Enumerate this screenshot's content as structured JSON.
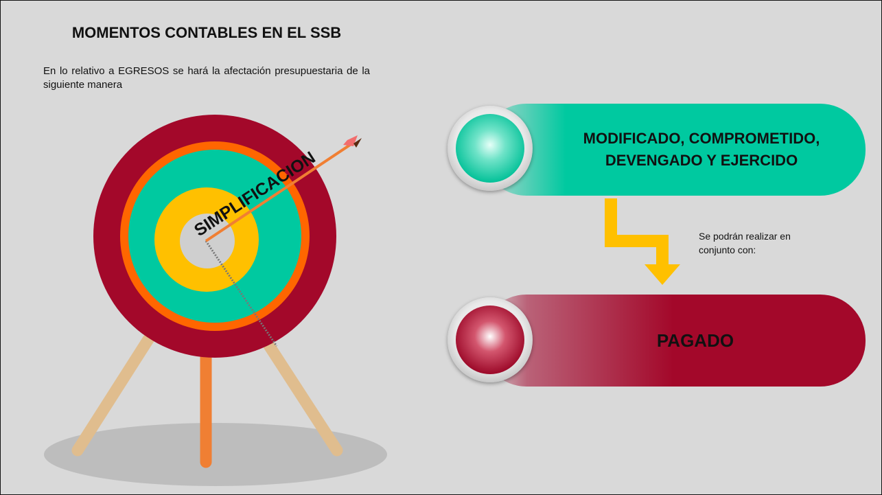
{
  "slide": {
    "title": "MOMENTOS CONTABLES EN EL SSB",
    "intro": "En lo relativo a EGRESOS se hará la afectación presupuestaria de la siguiente manera",
    "target_label": "SIMPLIFICACION",
    "steps": [
      {
        "label": "MODIFICADO, COMPROMETIDO, DEVENGADO Y EJERCIDO",
        "color": "#00c9a0"
      },
      {
        "label": "PAGADO",
        "color": "#a3082a"
      }
    ],
    "connector_note": "Se podrán realizar en conjunto con:",
    "target_colors": {
      "outer": "#a3082a",
      "ring2": "#ff6600",
      "ring3": "#00c9a0",
      "ring4": "#ffc000",
      "center": "#cfcfcf"
    },
    "connector_color": "#ffc000"
  }
}
